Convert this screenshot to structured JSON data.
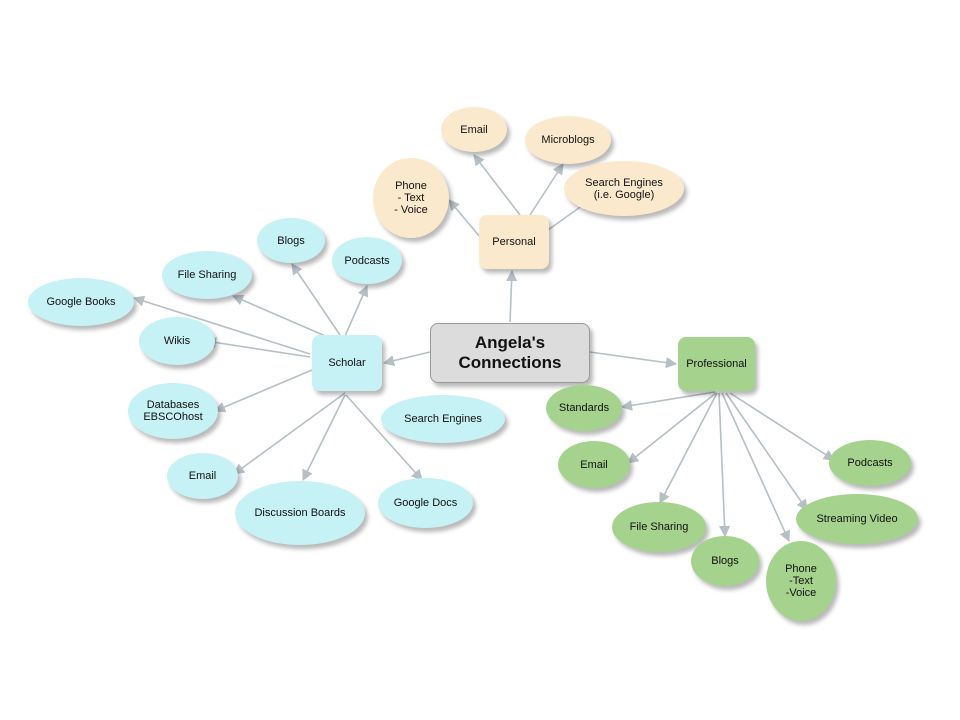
{
  "colors": {
    "root": "#dcdcdc",
    "personal": "#fbe9cd",
    "scholar": "#c6f1f5",
    "professional": "#a5d38d",
    "edge": "#b5bfc4"
  },
  "nodes": {
    "root": "Angela's\nConnections",
    "personal": "Personal",
    "personal_email": "Email",
    "personal_microblogs": "Microblogs",
    "personal_phone": "Phone\n- Text\n- Voice",
    "personal_search": "Search Engines\n(i.e. Google)",
    "scholar": "Scholar",
    "scholar_blogs": "Blogs",
    "scholar_podcasts": "Podcasts",
    "scholar_filesharing": "File Sharing",
    "scholar_googlebooks": "Google Books",
    "scholar_wikis": "Wikis",
    "scholar_databases": "Databases\nEBSCOhost",
    "scholar_email": "Email",
    "scholar_discussion": "Discussion Boards",
    "scholar_googledocs": "Google Docs",
    "scholar_search": "Search Engines",
    "professional": "Professional",
    "prof_standards": "Standards",
    "prof_email": "Email",
    "prof_filesharing": "File Sharing",
    "prof_blogs": "Blogs",
    "prof_phone": "Phone\n-Text\n-Voice",
    "prof_streaming": "Streaming Video",
    "prof_podcasts": "Podcasts"
  }
}
